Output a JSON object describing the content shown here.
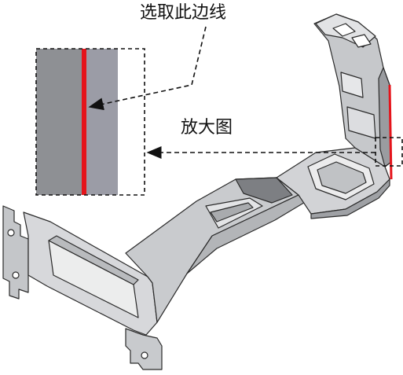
{
  "annotations": {
    "select_edge_label": "选取此边线",
    "zoom_label": "放大图"
  },
  "colors": {
    "highlight_edge": "#e5141b",
    "metal_dark": "#8a8c90",
    "metal_mid": "#b9bbbe",
    "metal_light": "#dcdde0",
    "outline": "#2a2a2a"
  },
  "icons": {
    "arrow": "filled-triangle-arrowhead"
  }
}
